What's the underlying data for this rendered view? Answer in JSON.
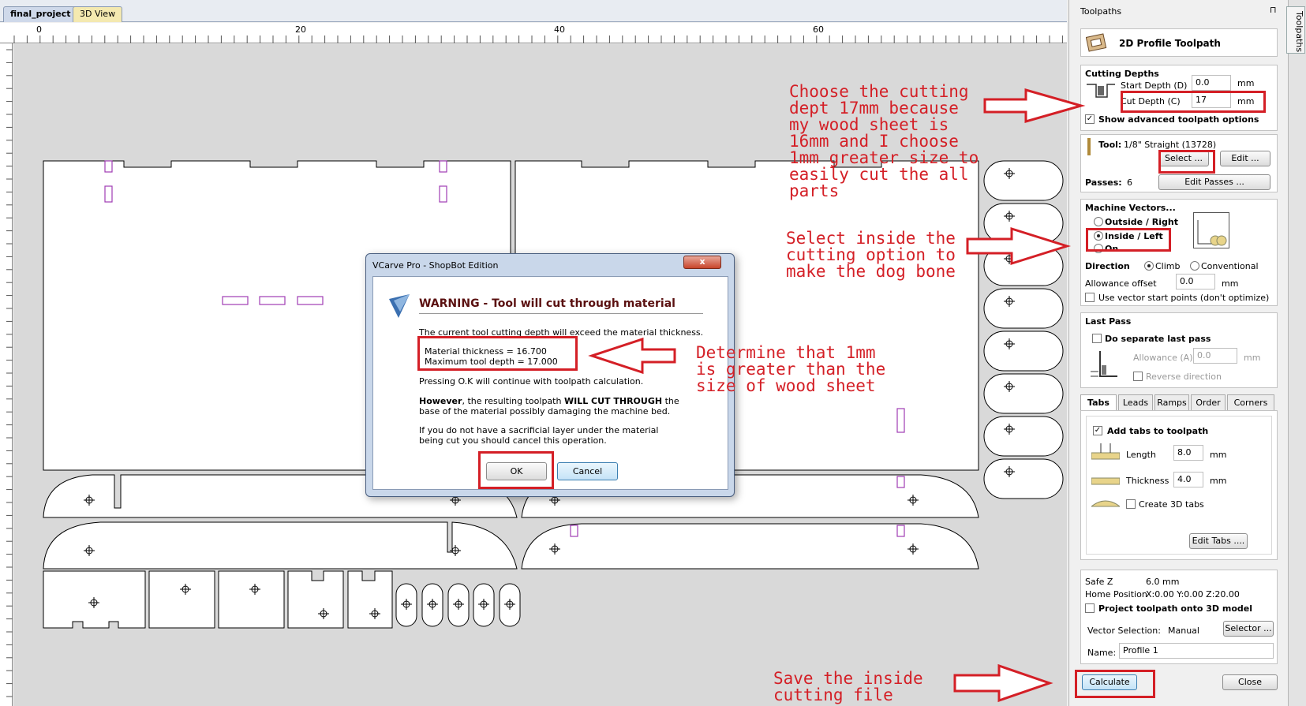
{
  "tabs": {
    "project": "final_project",
    "view3d": "3D View"
  },
  "ruler": {
    "labels": [
      "0",
      "20",
      "40",
      "60"
    ]
  },
  "panel": {
    "title": "Toolpaths",
    "pin": "⊓",
    "sidetab": "Toolpaths",
    "toolpath_title": "2D Profile Toolpath",
    "cutting_depths": {
      "heading": "Cutting Depths",
      "start_label": "Start Depth (D)",
      "start_value": "0.0",
      "cut_label": "Cut Depth (C)",
      "cut_value": "17",
      "unit": "mm",
      "advanced_label": "Show advanced toolpath options"
    },
    "tool": {
      "label": "Tool:",
      "name": "1/8\" Straight (13728)",
      "select_btn": "Select ...",
      "edit_btn": "Edit ...",
      "passes_label": "Passes:",
      "passes_value": "6",
      "edit_passes_btn": "Edit Passes ..."
    },
    "machine_vectors": {
      "heading": "Machine Vectors...",
      "outside": "Outside / Right",
      "inside": "Inside / Left",
      "on": "On",
      "direction_label": "Direction",
      "climb": "Climb",
      "conventional": "Conventional",
      "allowance_label": "Allowance offset",
      "allowance_value": "0.0",
      "unit": "mm",
      "start_points": "Use vector start points (don't optimize)"
    },
    "last_pass": {
      "heading": "Last Pass",
      "separate": "Do separate last pass",
      "allowance_label": "Allowance (A)",
      "allowance_value": "0.0",
      "unit": "mm",
      "reverse": "Reverse direction"
    },
    "tabs_section": {
      "tabs": [
        "Tabs",
        "Leads",
        "Ramps",
        "Order",
        "Corners"
      ],
      "add_tabs": "Add tabs to toolpath",
      "length_label": "Length",
      "length_value": "8.0",
      "thickness_label": "Thickness",
      "thickness_value": "4.0",
      "unit": "mm",
      "create3d": "Create 3D tabs",
      "edit_tabs_btn": "Edit Tabs ...."
    },
    "bottom": {
      "safez_label": "Safe Z",
      "safez_value": "6.0 mm",
      "home_label": "Home Position",
      "home_value": "X:0.00 Y:0.00 Z:20.00",
      "project3d": "Project toolpath onto 3D model",
      "vector_label": "Vector Selection:",
      "vector_value": "Manual",
      "selector_btn": "Selector ...",
      "name_label": "Name:",
      "name_value": "Profile 1",
      "calculate_btn": "Calculate",
      "close_btn": "Close"
    }
  },
  "dialog": {
    "title": "VCarve Pro - ShopBot Edition",
    "heading": "WARNING - Tool will cut through material",
    "line1": "The current tool cutting depth will exceed the material thickness.",
    "material": "Material thickness = 16.700",
    "maxdepth": "Maximum tool depth = 17.000",
    "line2": "Pressing O.K will continue with toolpath calculation.",
    "however_bold": "However",
    "however_rest1": ", the resulting toolpath ",
    "however_bold2": "WILL CUT THROUGH",
    "however_rest2": " the",
    "however_line2": "base of the material possibly damaging the machine bed.",
    "sacrificial1": "If you do not have a sacrificial layer under the material",
    "sacrificial2": "being cut you should cancel this operation.",
    "ok_btn": "OK",
    "cancel_btn": "Cancel"
  },
  "annotations": {
    "depth": "Choose the cutting\ndept 17mm because\nmy wood sheet is\n16mm and I choose\n1mm greater size to\neasily cut the all\nparts",
    "inside": "Select inside the\ncutting option to\nmake the dog bone",
    "determine": "Determine that 1mm\nis greater than the\nsize of wood sheet",
    "save": "Save the inside\ncutting file"
  },
  "colors": {
    "annotation": "#d41f26",
    "slot": "#a03cb4",
    "canvas": "#d9d9d9"
  }
}
